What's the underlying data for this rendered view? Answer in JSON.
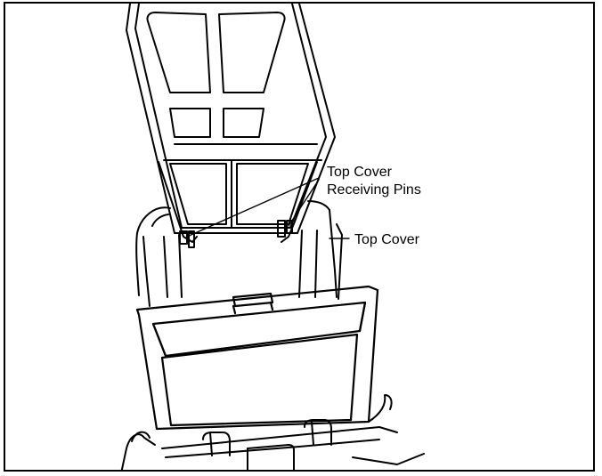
{
  "callouts": {
    "top_cover_receiving_pins_line1": "Top Cover",
    "top_cover_receiving_pins_line2": "Receiving Pins",
    "top_cover": "Top Cover"
  },
  "colors": {
    "ink": "#000000",
    "paper": "#ffffff"
  }
}
